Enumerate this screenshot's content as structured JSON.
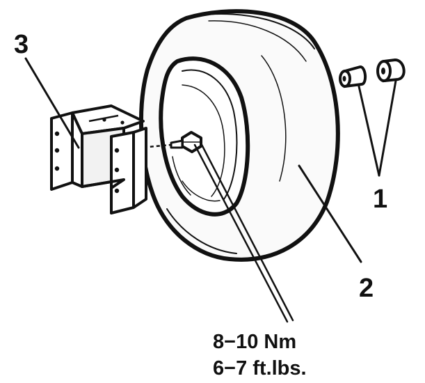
{
  "callouts": {
    "part1": "1",
    "part2": "2",
    "part3": "3"
  },
  "torque": {
    "metric": "8−10 Nm",
    "imperial": "6−7 ft.lbs."
  },
  "parts": [
    {
      "id": 1,
      "name": "wheel-caps-icon"
    },
    {
      "id": 2,
      "name": "spare-tire-icon"
    },
    {
      "id": 3,
      "name": "carrier-bracket-icon"
    }
  ],
  "colors": {
    "ink": "#111111",
    "paper": "#ffffff"
  }
}
